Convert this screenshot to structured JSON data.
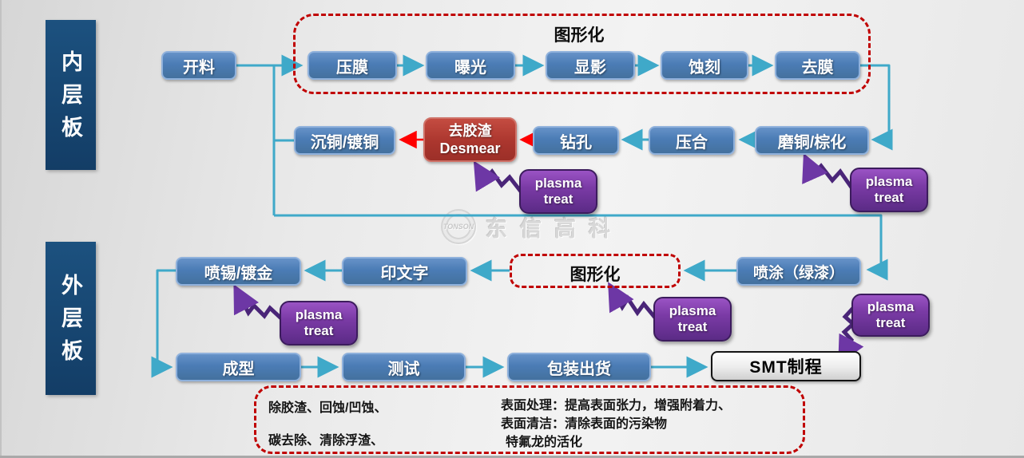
{
  "lanes": {
    "inner": "内层板",
    "outer": "外层板"
  },
  "groups": {
    "patterning_top_title": "图形化",
    "patterning_mid_title": "图形化"
  },
  "nodes": {
    "kailiao": "开料",
    "yamo": "压膜",
    "baoguang": "曝光",
    "xianying": "显影",
    "shike": "蚀刻",
    "qumo": "去膜",
    "chentong": "沉铜/镀铜",
    "desmear_cn": "去胶渣",
    "desmear_en": "Desmear",
    "zuankong": "钻孔",
    "yahe": "压合",
    "motong": "磨铜/棕化",
    "penxi": "喷锡/镀金",
    "yinwenzi": "印文字",
    "pentu": "喷涂（绿漆）",
    "chengxing": "成型",
    "ceshi": "测试",
    "baozhuang": "包装出货",
    "smt": "SMT制程"
  },
  "plasma": {
    "line1": "plasma",
    "line2": "treat"
  },
  "watermark": {
    "logo": "TONSON",
    "text": "东信高科"
  },
  "notes": {
    "left1": "除胶渣、回蚀/凹蚀、",
    "left2": "碳去除、清除浮渣、",
    "right1": "表面处理：提高表面张力，增强附着力、",
    "right2": "表面清洁：清除表面的污染物",
    "right3": "特氟龙的活化"
  },
  "colors": {
    "node_blue": "#4B7CB5",
    "node_red": "#AB362E",
    "plasma_purple": "#5B2B86",
    "lane_navy": "#17497B",
    "arrow_teal": "#3FA9C9",
    "arrow_red": "#FF0000",
    "zigzag_purple": "#4A2578",
    "dashed_red": "#C00000"
  }
}
